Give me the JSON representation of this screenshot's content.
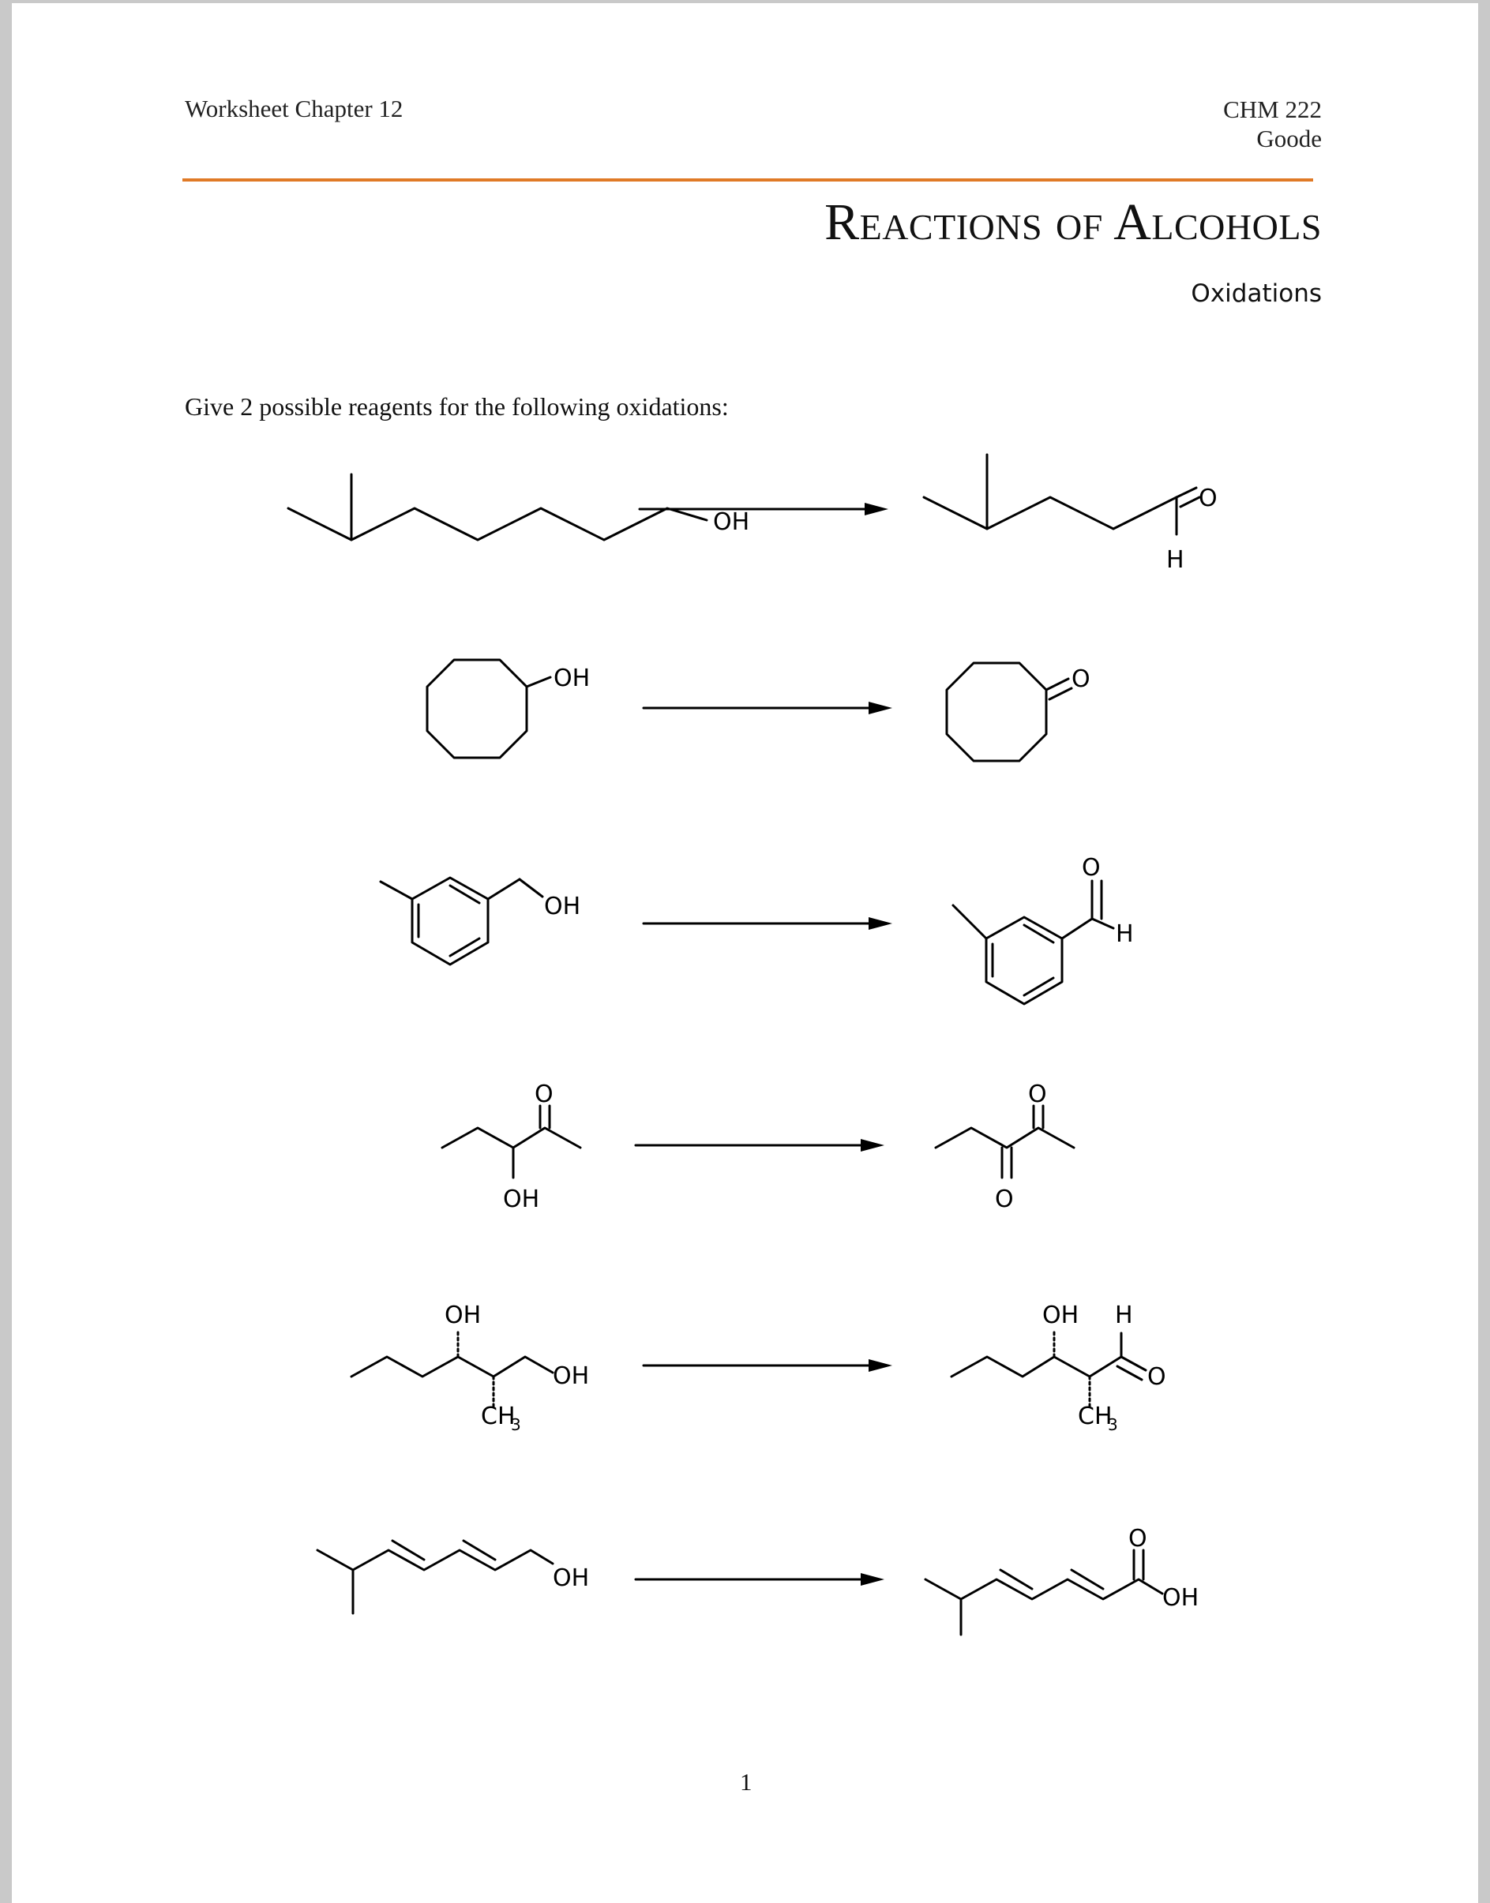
{
  "header": {
    "left": "Worksheet Chapter 12",
    "course": "CHM 222",
    "instructor": "Goode"
  },
  "title": "Reactions of Alcohols",
  "subtitle": "Oxidations",
  "instructions": "Give 2 possible reagents for the following oxidations:",
  "labels": {
    "oh": "OH",
    "o": "O",
    "h": "H",
    "ch3": "CH",
    "ch3_sub": "3"
  },
  "page_number": "1",
  "colors": {
    "rule": "#e07a26",
    "ink": "#000000"
  }
}
